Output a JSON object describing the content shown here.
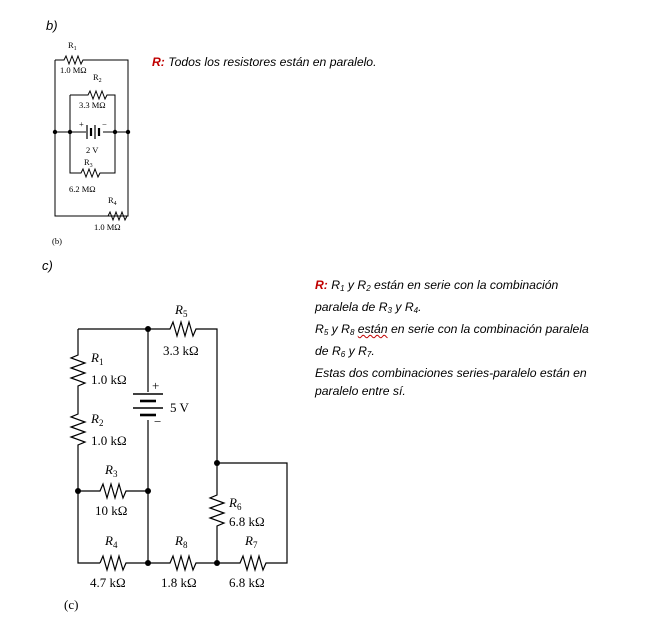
{
  "part_b": {
    "label": "b)",
    "answer_prefix": "R:",
    "answer_text": "Todos los resistores están en paralelo.",
    "figure": {
      "caption": "(b)",
      "r1_name": "R",
      "r1_sub": "1",
      "r1_value": "1.0 MΩ",
      "r2_name": "R",
      "r2_sub": "2",
      "r2_value": "3.3 MΩ",
      "battery_value": "2 V",
      "battery_plus": "+",
      "battery_minus": "−",
      "r3_name": "R",
      "r3_sub": "3",
      "r3_value": "6.2 MΩ",
      "r4_name": "R",
      "r4_sub": "4",
      "r4_value": "1.0 MΩ"
    }
  },
  "part_c": {
    "label": "c)",
    "answer_prefix": "R:",
    "line1_a": "R",
    "line1_s1": "1",
    "line1_b": " y R",
    "line1_s2": "2",
    "line1_c": " están en serie con la combinación",
    "line2_a": "paralela de R",
    "line2_s1": "3",
    "line2_b": " y R",
    "line2_s2": "4",
    "line2_c": ".",
    "line3_a": "R",
    "line3_s1": "5",
    "line3_b": " y R",
    "line3_s2": "8",
    "line3_c": " ",
    "line3_d": "están",
    "line3_e": " en serie con la combinación paralela",
    "line4_a": "de R",
    "line4_s1": "6",
    "line4_b": " y R",
    "line4_s2": "7",
    "line4_c": ".",
    "line5": "Estas dos combinaciones series-paralelo están en",
    "line6": "paralelo entre sí.",
    "figure": {
      "caption": "(c)",
      "r5_name": "R",
      "r5_sub": "5",
      "r5_value": "3.3 kΩ",
      "r1_name": "R",
      "r1_sub": "1",
      "r1_value": "1.0 kΩ",
      "battery_plus": "+",
      "battery_value": "5 V",
      "battery_minus": "−",
      "r2_name": "R",
      "r2_sub": "2",
      "r2_value": "1.0 kΩ",
      "r3_name": "R",
      "r3_sub": "3",
      "r3_value": "10 kΩ",
      "r6_name": "R",
      "r6_sub": "6",
      "r6_value": "6.8 kΩ",
      "r4_name": "R",
      "r4_sub": "4",
      "r4_value": "4.7 kΩ",
      "r8_name": "R",
      "r8_sub": "8",
      "r8_value": "1.8 kΩ",
      "r7_name": "R",
      "r7_sub": "7",
      "r7_value": "6.8 kΩ"
    }
  }
}
